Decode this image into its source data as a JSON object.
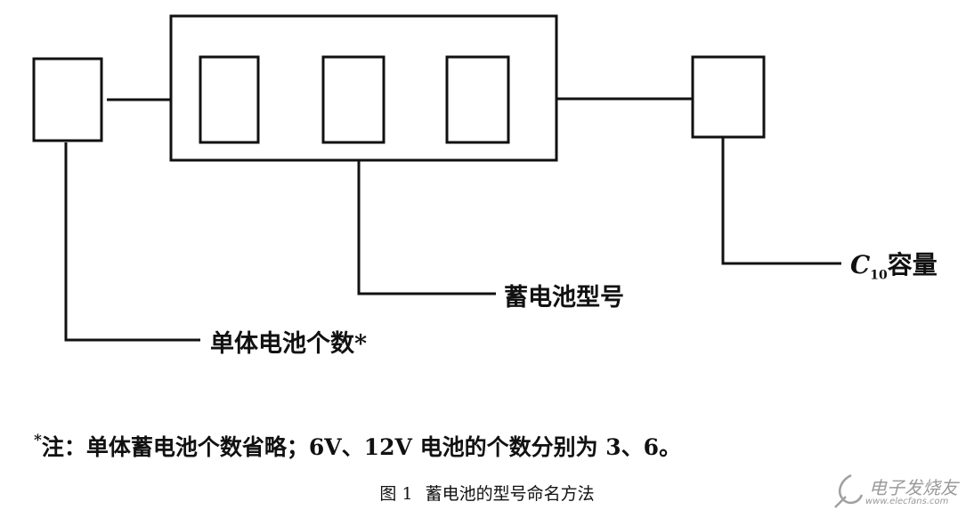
{
  "labels": {
    "cell_count": "单体电池个数*",
    "battery_model": "蓄电池型号",
    "capacity_symbol": "C",
    "capacity_subscript": "10",
    "capacity_text": "容量"
  },
  "note": {
    "asterisk": "*",
    "text": "注：单体蓄电池个数省略；6V、12V 电池的个数分别为 3、6。"
  },
  "caption": {
    "number": "图 1",
    "title": "蓄电池的型号命名方法"
  },
  "watermark": {
    "name": "电子发烧友",
    "url": "www.elecfans.com"
  }
}
